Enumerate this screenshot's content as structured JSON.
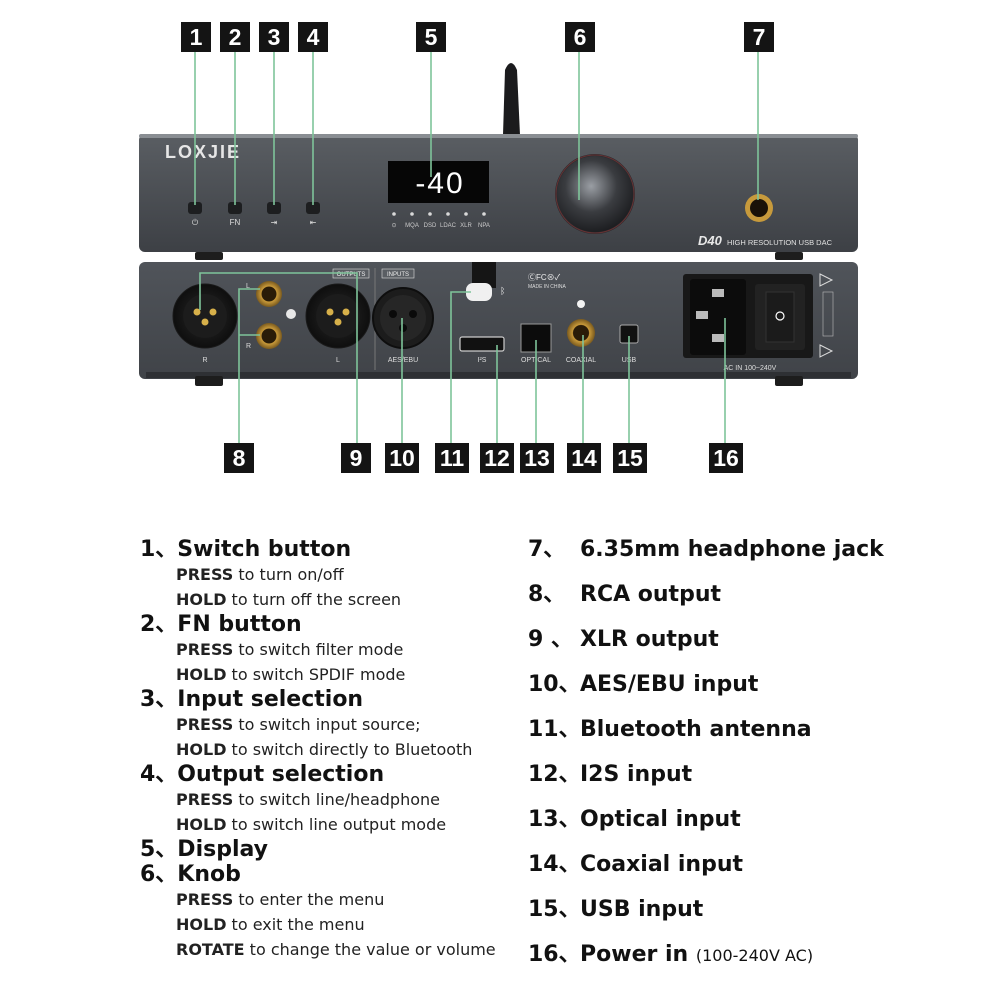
{
  "badges": [
    "1",
    "2",
    "3",
    "4",
    "5",
    "6",
    "7",
    "8",
    "9",
    "10",
    "11",
    "12",
    "13",
    "14",
    "15",
    "16"
  ],
  "device": {
    "brand": "LOXJIE",
    "model": "D40",
    "model_subtitle": "HIGH RESOLUTION USB DAC",
    "display_value": "-40",
    "front_button_labels": [
      "⏻",
      "FN",
      "⇥",
      "⇤"
    ],
    "front_indicators": [
      "⊙",
      "MQA",
      "DSD",
      "LDAC",
      "XLR",
      "NPA"
    ],
    "rear_labels": {
      "outputs": "OUTPUTS",
      "inputs": "INPUTS",
      "xlr_r": "R",
      "xlr_l": "L",
      "rca_l": "L",
      "rca_r": "R",
      "aes": "AES/EBU",
      "i2s": "I²S",
      "optical": "OPTICAL",
      "coaxial": "COAXIAL",
      "usb": "USB",
      "ac_in": "AC IN 100~240V",
      "made_in": "MADE IN CHINA",
      "cert": "ⒸFC⊗✓",
      "bt": "ᛒ"
    }
  },
  "descriptions_left": [
    {
      "title": "1、Switch button",
      "lines": [
        [
          "PRESS",
          " to turn on/off"
        ],
        [
          "HOLD",
          " to turn off the screen"
        ]
      ]
    },
    {
      "title": "2、FN button",
      "lines": [
        [
          "PRESS",
          " to switch filter mode"
        ],
        [
          "HOLD",
          " to switch SPDIF mode"
        ]
      ]
    },
    {
      "title": "3、Input selection",
      "lines": [
        [
          "PRESS",
          " to switch input source;"
        ],
        [
          "HOLD",
          " to switch directly to Bluetooth"
        ]
      ]
    },
    {
      "title": "4、Output selection",
      "lines": [
        [
          "PRESS",
          " to switch line/headphone"
        ],
        [
          "HOLD",
          " to switch line output mode"
        ]
      ]
    },
    {
      "title": "5、Display",
      "lines": []
    },
    {
      "title": "6、Knob",
      "lines": [
        [
          "PRESS",
          " to enter the menu"
        ],
        [
          "HOLD",
          " to exit the menu"
        ],
        [
          "ROTATE",
          " to change the value or volume"
        ]
      ]
    }
  ],
  "descriptions_right": [
    {
      "num": "7、",
      "text": "6.35mm headphone jack",
      "small": ""
    },
    {
      "num": "8、",
      "text": "RCA output",
      "small": ""
    },
    {
      "num": "9 、",
      "text": "XLR output",
      "small": ""
    },
    {
      "num": "10、",
      "text": "AES/EBU input",
      "small": ""
    },
    {
      "num": "11、",
      "text": "Bluetooth antenna",
      "small": ""
    },
    {
      "num": "12、",
      "text": "I2S input",
      "small": ""
    },
    {
      "num": "13、",
      "text": "Optical input",
      "small": ""
    },
    {
      "num": "14、",
      "text": "Coaxial input",
      "small": ""
    },
    {
      "num": "15、",
      "text": "USB input",
      "small": ""
    },
    {
      "num": "16、",
      "text": "Power in",
      "small": "(100-240V AC)"
    }
  ],
  "colors": {
    "leader": "#7fc49a",
    "panel": "#4b4f54",
    "badge": "#141414",
    "display_text": "#ffffff"
  }
}
